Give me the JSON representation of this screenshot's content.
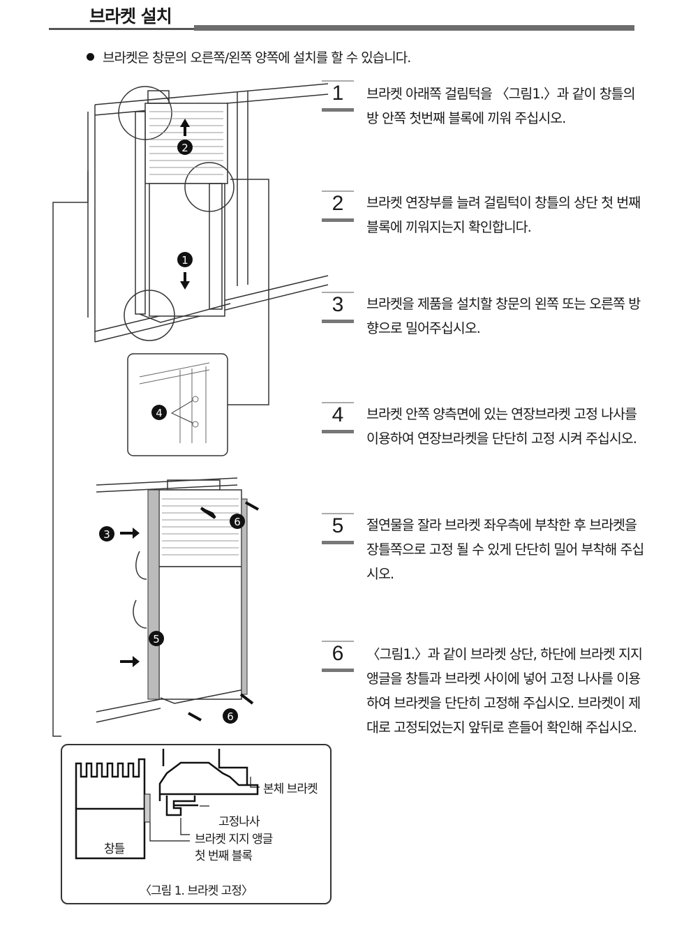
{
  "header": {
    "title": "브라켓 설치"
  },
  "intro": "브라켓은 창문의 오른쪽/왼쪽 양쪽에 설치를 할 수 있습니다.",
  "steps": [
    {
      "number": "1",
      "text": "브라켓 아래쪽 걸림턱을 〈그림1.〉과 같이 창틀의 방 안쪽 첫번째 블록에 끼워 주십시오."
    },
    {
      "number": "2",
      "text": "브라켓 연장부를 늘려 걸림턱이 창틀의 상단 첫 번째 블록에 끼워지는지 확인합니다."
    },
    {
      "number": "3",
      "text": "브라켓을 제품을 설치할 창문의 왼쪽 또는 오른쪽 방향으로 밀어주십시오."
    },
    {
      "number": "4",
      "text": "브라켓 안쪽 양측면에 있는 연장브라켓 고정 나사를 이용하여 연장브라켓을 단단히 고정 시켜 주십시오."
    },
    {
      "number": "5",
      "text": "절연물을 잘라 브라켓 좌우측에 부착한 후 브라켓을 장틀쪽으로 고정 될 수 있게 단단히 밀어 부착해 주십시오."
    },
    {
      "number": "6",
      "text": "〈그림1.〉과 같이 브라켓 상단, 하단에 브라켓 지지앵글을 창틀과 브라켓 사이에 넣어 고정 나사를 이용하여 브라켓을 단단히 고정해 주십시오. 브라켓이 제대로 고정되었는지 앞뒤로 흔들어 확인해 주십시오."
    }
  ],
  "figure_markers": {
    "m1": "1",
    "m2": "2",
    "m3": "3",
    "m4": "4",
    "m5": "5",
    "m6": "6"
  },
  "figure1": {
    "labels": {
      "body_bracket": "본체 브라켓",
      "screw": "고정나사",
      "support_angle": "브라켓 지지 앵글",
      "first_block": "첫 번째 블록",
      "window_frame": "창틀"
    },
    "caption": "〈그림 1. 브라켓 고정〉"
  }
}
